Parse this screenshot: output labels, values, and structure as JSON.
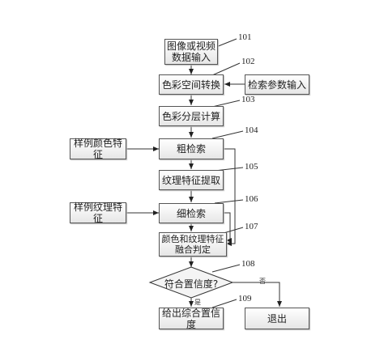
{
  "boxes": {
    "input": "图像或视频\n数据输入",
    "color_space": "色彩空间转换",
    "search_params": "检索参数输入",
    "color_layer": "色彩分层计算",
    "coarse_search": "粗检索",
    "sample_color": "样例颜色特征",
    "texture_extract": "纹理特征提取",
    "sample_texture": "样例纹理特征",
    "fine_search": "细检索",
    "fusion": "颜色和纹理特征\n融合判定",
    "decision": "符合置信度?",
    "output_confidence": "给出综合置信度",
    "exit": "退出"
  },
  "refs": [
    "101",
    "102",
    "103",
    "104",
    "105",
    "106",
    "107",
    "108",
    "109"
  ],
  "labels": {
    "yes": "是",
    "no": "否"
  }
}
